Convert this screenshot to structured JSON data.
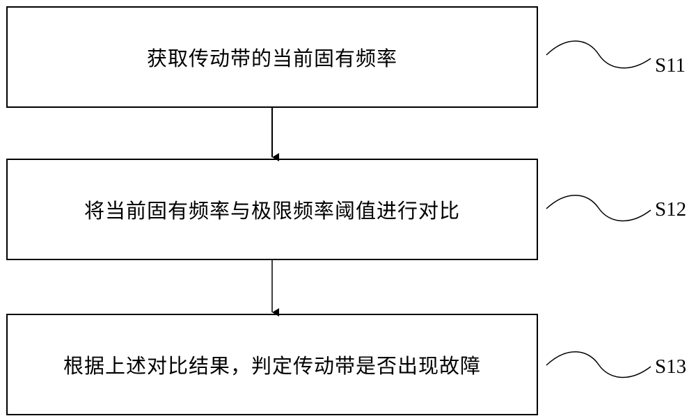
{
  "steps": [
    {
      "text": "获取传动带的当前固有频率",
      "label": "S11"
    },
    {
      "text": "将当前固有频率与极限频率阈值进行对比",
      "label": "S12"
    },
    {
      "text": "根据上述对比结果，判定传动带是否出现故障",
      "label": "S13"
    }
  ]
}
